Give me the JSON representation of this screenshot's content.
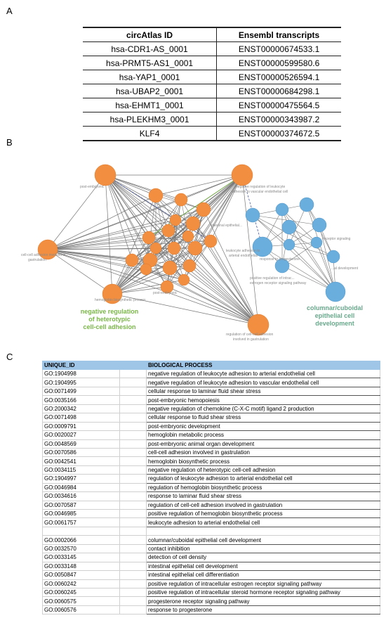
{
  "panels": {
    "a": "A",
    "b": "B",
    "c": "C"
  },
  "table_a": {
    "headers": [
      "circAtlas ID",
      "Ensembl transcripts"
    ],
    "rows": [
      [
        "hsa-CDR1-AS_0001",
        "ENST00000674533.1"
      ],
      [
        "hsa-PRMT5-AS1_0001",
        "ENST00000599580.6"
      ],
      [
        "hsa-YAP1_0001",
        "ENST00000526594.1"
      ],
      [
        "hsa-UBAP2_0001",
        "ENST00000684298.1"
      ],
      [
        "hsa-EHMT1_0001",
        "ENST00000475564.5"
      ],
      [
        "hsa-PLEKHM3_0001",
        "ENST00000343987.2"
      ],
      [
        "KLF4",
        "ENST00000374672.5"
      ]
    ]
  },
  "network": {
    "colors": {
      "orange": "#f28e3f",
      "blue": "#6aaede",
      "green_label": "#7ab648",
      "teal_label": "#68a88c",
      "edge": "#777777"
    },
    "cluster_labels": {
      "orange": [
        "negative regulation",
        "of heterotypic",
        "cell-cell adhesion"
      ],
      "blue": [
        "columnar/cuboidal",
        "epithelial cell",
        "development"
      ]
    },
    "node_labels": {
      "post_embryonic": "post-embryonic",
      "leuk_1": "negative regulation of leukocyte",
      "leuk_2": "adhesion to vascular endothelial cell",
      "adhesion_1": "cell-cell adhesion involved in",
      "adhesion_2": "gastrulation",
      "intestinal": "intestinal epithelial...",
      "fluid_1": "leukocyte adhesion to",
      "fluid_2": "arterial endothelial",
      "receptor": "receptor signaling",
      "response": "response to progesterone",
      "estrogen_1": "positive regulation of intrac...",
      "estrogen_2": "estrogen receptor signaling pathway",
      "development": "...al development",
      "hemoglobin": "hemoglobin biosynthetic process",
      "embryonic": "post-embryonic",
      "gastrulation_1": "regulation of cell-cell adhesion",
      "gastrulation_2": "involved in gastrulation"
    }
  },
  "table_c": {
    "headers": [
      "UNIQUE_ID",
      "",
      "BIOLOGICAL PROCESS"
    ],
    "rows": [
      [
        "GO:1904998",
        "negative regulation of leukocyte adhesion to arterial endothelial cell"
      ],
      [
        "GO:1904995",
        "negative regulation of leukocyte adhesion to vascular endothelial cell"
      ],
      [
        "GO:0071499",
        "cellular response to laminar fluid shear stress"
      ],
      [
        "GO:0035166",
        "post-embryonic hemopoiesis"
      ],
      [
        "GO:2000342",
        "negative regulation of chemokine (C-X-C motif) ligand 2 production"
      ],
      [
        "GO:0071498",
        "cellular response to fluid shear stress"
      ],
      [
        "GO:0009791",
        "post-embryonic development"
      ],
      [
        "GO:0020027",
        "hemoglobin metabolic process"
      ],
      [
        "GO:0048569",
        "post-embryonic animal organ development"
      ],
      [
        "GO:0070586",
        "cell-cell adhesion involved in gastrulation"
      ],
      [
        "GO:0042541",
        "hemoglobin biosynthetic process"
      ],
      [
        "GO:0034115",
        "negative regulation of heterotypic cell-cell adhesion"
      ],
      [
        "GO:1904997",
        "regulation of leukocyte adhesion to arterial endothelial cell"
      ],
      [
        "GO:0046984",
        "regulation of hemoglobin biosynthetic process"
      ],
      [
        "GO:0034616",
        "response to laminar fluid shear stress"
      ],
      [
        "GO:0070587",
        "regulation of cell-cell adhesion involved in gastrulation"
      ],
      [
        "GO:0046985",
        "positive regulation of hemoglobin biosynthetic process"
      ],
      [
        "GO:0061757",
        "leukocyte adhesion to arterial endothelial cell"
      ],
      [
        "",
        ""
      ],
      [
        "GO:0002066",
        "columnar/cuboidal epithelial cell development"
      ],
      [
        "GO:0032570",
        "contact inhibition"
      ],
      [
        "GO:0033145",
        "detection of cell density"
      ],
      [
        "GO:0033148",
        "intestinal epithelial cell development"
      ],
      [
        "GO:0050847",
        "intestinal epithelial cell differentiation"
      ],
      [
        "GO:0060242",
        "positive regulation of intracellular estrogen receptor signaling pathway"
      ],
      [
        "GO:0060245",
        "positive regulation of intracellular steroid hormone receptor signaling pathway"
      ],
      [
        "GO:0060575",
        "progesterone receptor signaling pathway"
      ],
      [
        "GO:0060576",
        "response to progesterone"
      ]
    ]
  }
}
